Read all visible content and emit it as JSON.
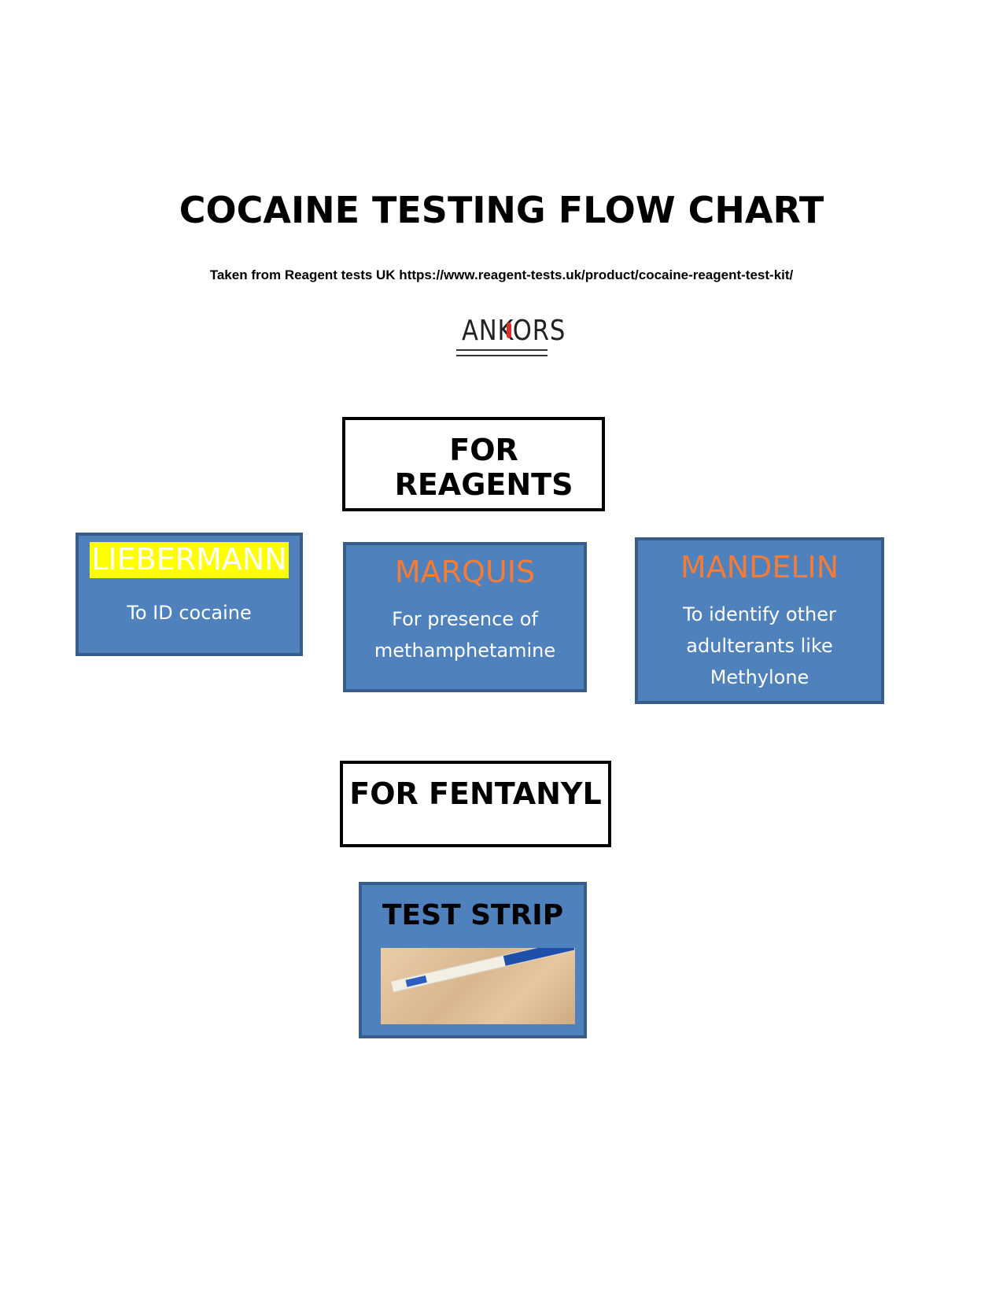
{
  "header": {
    "title": "COCAINE TESTING FLOW CHART",
    "source": "Taken from Reagent tests UK https://www.reagent-tests.uk/product/cocaine-reagent-test-kit/",
    "logo": "ANKORS"
  },
  "sections": {
    "reagents": {
      "label": "FOR REAGENTS"
    },
    "fentanyl": {
      "label": "FOR FENTANYL"
    }
  },
  "reagents": [
    {
      "name": "LIEBERMANN",
      "desc_lines": [
        "To ID cocaine"
      ]
    },
    {
      "name": "MARQUIS",
      "desc_lines": [
        "For presence of",
        "methamphetamine"
      ]
    },
    {
      "name": "MANDELIN",
      "desc_lines": [
        "To identify other",
        "adulterants like",
        "Methylone"
      ]
    }
  ],
  "fentanyl_test": {
    "label": "TEST STRIP",
    "photo_icon": "fentanyl-test-strip-photo"
  },
  "colors": {
    "box_fill": "#4f81bd",
    "box_border": "#385d8a",
    "reagent_title": "#f27c38",
    "highlight": "#ffff00"
  }
}
